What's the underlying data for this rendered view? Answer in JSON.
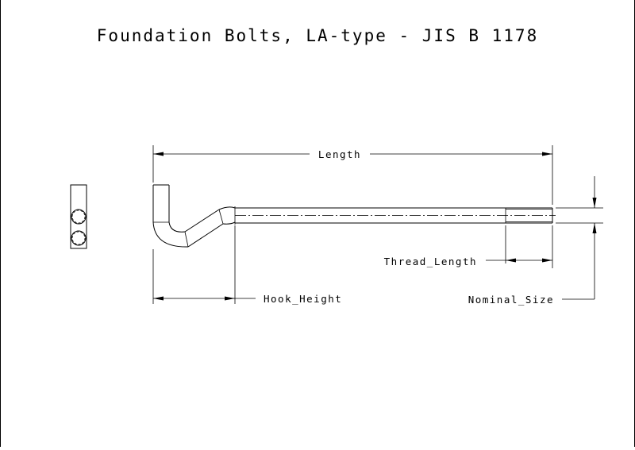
{
  "drawing": {
    "title": "Foundation Bolts, LA-type - JIS B 1178",
    "dimensions": {
      "length": "Length",
      "thread_length": "Thread_Length",
      "hook_height": "Hook_Height",
      "nominal_size": "Nominal_Size"
    }
  }
}
